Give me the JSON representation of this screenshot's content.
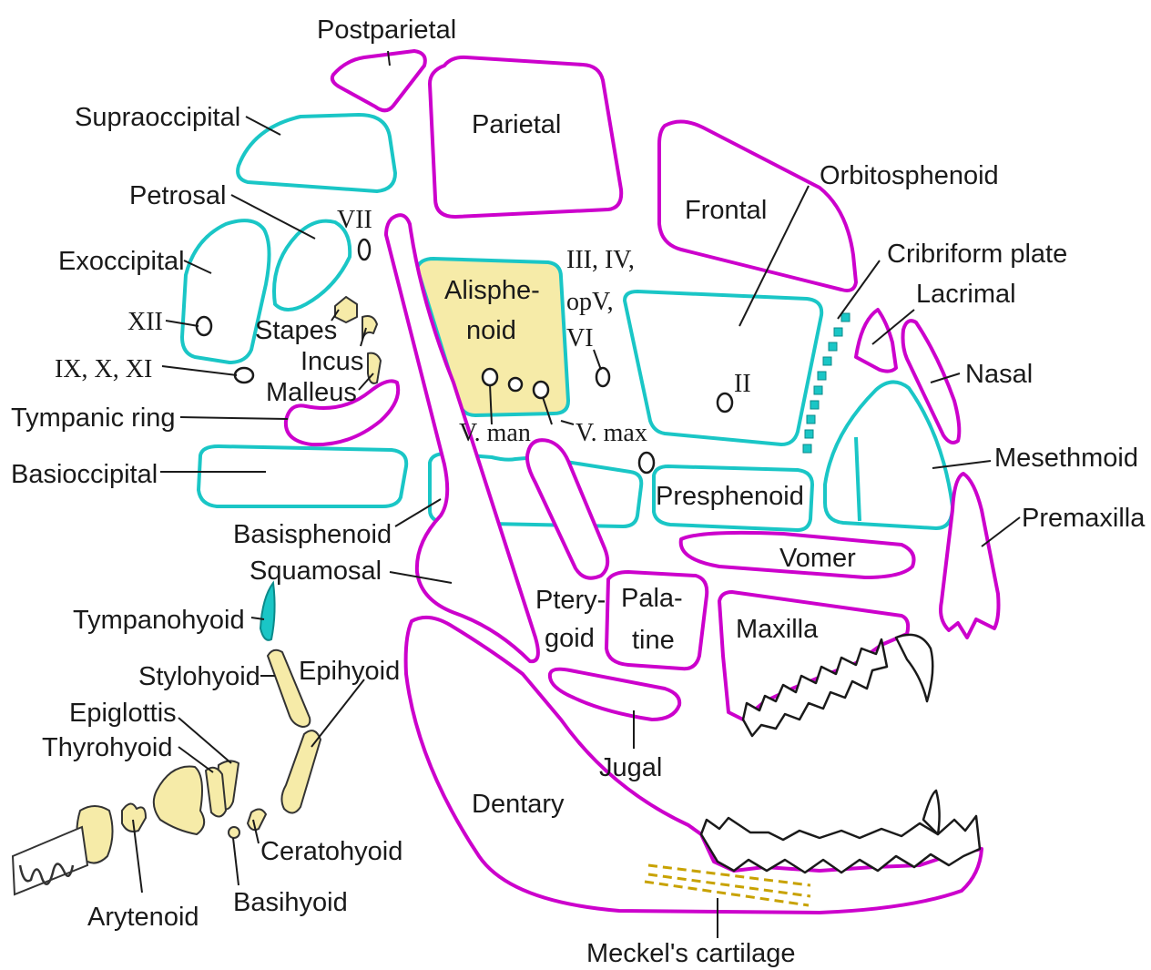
{
  "labels": {
    "postparietal": "Postparietal",
    "supraoccipital": "Supraoccipital",
    "parietal": "Parietal",
    "petrosal": "Petrosal",
    "frontal": "Frontal",
    "orbitosphenoid": "Orbitosphenoid",
    "exoccipital": "Exoccipital",
    "cribriform_plate": "Cribriform plate",
    "lacrimal": "Lacrimal",
    "alisphenoid_line1": "Alisphe-",
    "alisphenoid_line2": "noid",
    "stapes": "Stapes",
    "incus": "Incus",
    "malleus": "Malleus",
    "nasal": "Nasal",
    "tympanic_ring": "Tympanic ring",
    "basioccipital": "Basioccipital",
    "mesethmoid": "Mesethmoid",
    "presphenoid": "Presphenoid",
    "premaxilla": "Premaxilla",
    "basisphenoid": "Basisphenoid",
    "squamosal": "Squamosal",
    "vomer": "Vomer",
    "pterygoid_line1": "Ptery-",
    "pterygoid_line2": "goid",
    "palatine_line1": "Pala-",
    "palatine_line2": "tine",
    "maxilla": "Maxilla",
    "tympanohyoid": "Tympanohyoid",
    "stylohyoid": "Stylohyoid",
    "epihyoid": "Epihyoid",
    "epiglottis": "Epiglottis",
    "thyrohyoid": "Thyrohyoid",
    "jugal": "Jugal",
    "dentary": "Dentary",
    "ceratohyoid": "Ceratohyoid",
    "basihyoid": "Basihyoid",
    "arytenoid": "Arytenoid",
    "meckels_cartilage": "Meckel's cartilage"
  },
  "foramina": {
    "vii": "VII",
    "xii": "XII",
    "ix_x_xi": "IX, X, XI",
    "iii_iv_line1": "III, IV,",
    "iii_iv_line2": "opV,",
    "iii_iv_line3": "VI",
    "ii": "II",
    "v_man": "V. man",
    "v_max": "V. max"
  },
  "colors": {
    "dermal_bone": "#cc00cc",
    "endochondral_bone": "#1ac6c6",
    "cartilage": "#f6eba8",
    "alisphenoid_fill": "#f6eba8",
    "tympanohyoid_fill": "#1ac6c6"
  }
}
